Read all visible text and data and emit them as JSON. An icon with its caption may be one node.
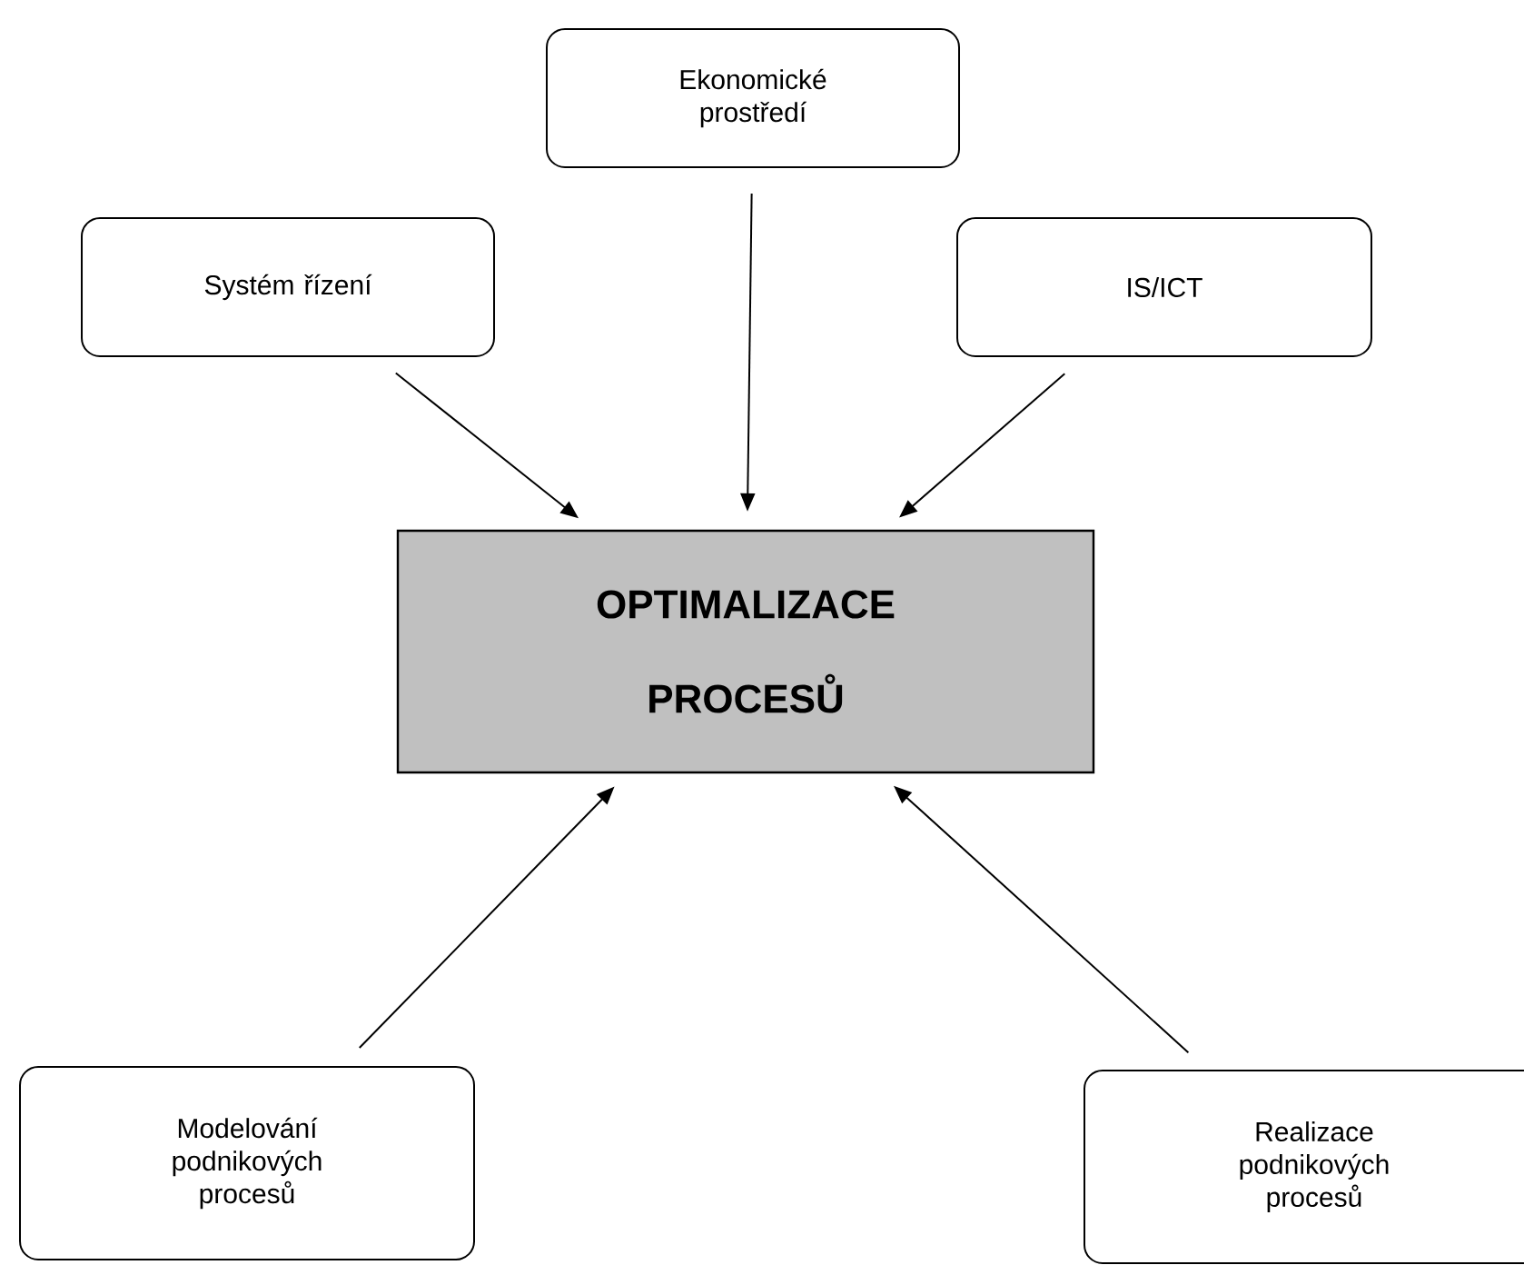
{
  "diagram": {
    "nodes": [
      {
        "text": [
          "Ekonomické prostředí"
        ]
      },
      {
        "text": [
          "Systém řízení"
        ]
      },
      {
        "text": [
          "IS/ICT"
        ]
      },
      {
        "text": [
          "OPTIMALIZACE PROCESŮ"
        ]
      },
      {
        "text": [
          "Modelování podnikových procesů"
        ]
      },
      {
        "text": [
          "Realizace podnikových procesů"
        ]
      }
    ],
    "edges": [
      {
        "from": 1,
        "to": 3,
        "arrow": "to"
      },
      {
        "from": 0,
        "to": 3,
        "arrow": "to"
      },
      {
        "from": 2,
        "to": 3,
        "arrow": "to"
      },
      {
        "from": 4,
        "to": 3,
        "arrow": "to"
      },
      {
        "from": 5,
        "to": 3,
        "arrow": "to"
      }
    ]
  }
}
